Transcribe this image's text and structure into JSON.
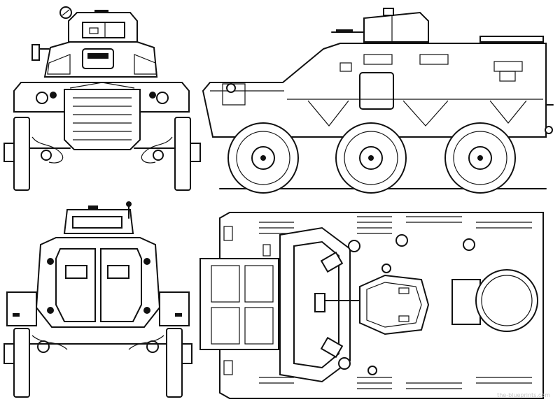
{
  "drawing": {
    "views": [
      "front-view",
      "side-view",
      "rear-view",
      "top-view"
    ]
  },
  "watermark": {
    "text": "the-blueprints.com"
  },
  "colors": {
    "line": "#111111",
    "background": "#ffffff"
  }
}
